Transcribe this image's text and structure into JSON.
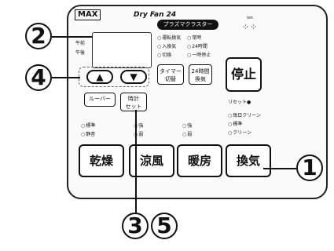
{
  "panel": {
    "brand": "MAX",
    "model": "Dry Fan 24",
    "plasma_label": "プラズマクラスター",
    "logo_text": "Ion",
    "lcd_side_labels": [
      "午前",
      "午後"
    ],
    "top_indicators": [
      [
        "運転換気",
        "常時",
        "入換気",
        "24時間",
        "切換",
        "一時停止"
      ]
    ],
    "timer_button": "タイマー\n切替",
    "h24_button": "24時間\n換気",
    "stop_button": "停止",
    "reset_label": "リセット●",
    "louver_button": "ルーバー",
    "clock_button": "時計\nセット",
    "mode_col1": [
      "標準",
      "静音"
    ],
    "mode_col2": [
      "強",
      "弱"
    ],
    "mode_col3": [
      "強",
      "弱"
    ],
    "mode_col4": [
      "毎日クリーン",
      "標準",
      "クリーン"
    ],
    "big_buttons": [
      "乾燥",
      "涼風",
      "暖房",
      "換気"
    ]
  },
  "callouts": [
    "2",
    "4",
    "1",
    "3",
    "5"
  ]
}
